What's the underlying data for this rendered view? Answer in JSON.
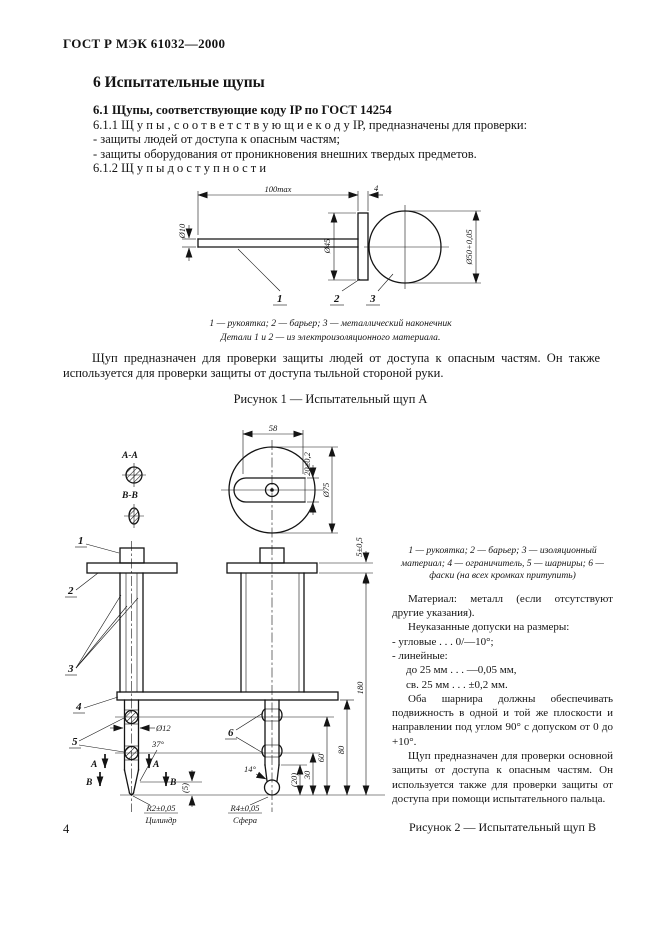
{
  "page": {
    "header": "ГОСТ Р МЭК 61032—2000",
    "number": "4"
  },
  "section": {
    "title": "6 Испытательные щупы",
    "subtitle": "6.1 Щупы, соответствующие коду IP по ГОСТ 14254",
    "clause_611": "6.1.1 Щ у п ы ,   с о о т в е т с т в у ю щ и е   к о д у   IP, предназначены для проверки:",
    "item_1": "- защиты людей от доступа к опасным частям;",
    "item_2": "- защиты оборудования от проникновения внешних твердых предметов.",
    "clause_612": "6.1.2 Щ у п ы   д о с т у п н о с т и"
  },
  "figure1": {
    "dim_length": "100max",
    "dim_gap": "4",
    "dim_handle": "Ø10",
    "dim_barrier": "Ø45",
    "dim_sphere": "Ø50+0,05",
    "ref_1": "1",
    "ref_2": "2",
    "ref_3": "3",
    "legend": "1 — рукоятка; 2 — барьер; 3 — металлический наконечник",
    "legend_note": "Детали 1 и 2 — из электроизоляционного материала.",
    "paragraph": "Щуп предназначен для проверки защиты людей от доступа к опасным частям. Он также используется для проверки защиты от доступа тыльной стороной руки.",
    "title": "Рисунок 1 — Испытательный щуп А"
  },
  "figure2": {
    "section_aa": "А-А",
    "section_bb": "В-В",
    "dim_58": "58",
    "dim_20_02": "20±0,2",
    "dim_d75": "Ø75",
    "dim_5_05": "5±0,5",
    "dim_180": "180",
    "dim_80": "80",
    "dim_60": "60",
    "dim_30": "30",
    "dim_20p": "(20)",
    "dim_5p": "(5)",
    "dim_d12": "Ø12",
    "ang_37": "37°",
    "ang_14": "14°",
    "tip_r2": "R2±0,05",
    "tip_r2_note": "Цилиндр",
    "tip_r4": "R4±0,05",
    "tip_r4_note": "Сфера",
    "mark_a": "А",
    "mark_b": "В",
    "ref_1": "1",
    "ref_2": "2",
    "ref_3": "3",
    "ref_4": "4",
    "ref_5": "5",
    "ref_6": "6",
    "legend": "1 — рукоятка; 2 — барьер; 3 — изоляционный материал; 4 — ограничитель, 5 — шарниры; 6 — фаски (на всех кромках притупить)",
    "notes": {
      "material": "Материал: металл (если отсутствуют другие указания).",
      "tol_head": "Неуказанные допуски на размеры:",
      "tol_ang": "- угловые . . . 0/—10°;",
      "tol_lin": "- линейные:",
      "tol_lin_1": "до 25 мм . . . —0,05 мм,",
      "tol_lin_2": "св. 25 мм . . . ±0,2 мм.",
      "hinges": "Оба шарнира должны обеспечивать подвижность в одной и той же плоскости и направлении под углом 90° с допуском от 0 до +10°.",
      "purpose": "Щуп предназначен для проверки основной защиты от доступа к опасным частям. Он используется также для проверки защиты от доступа при помощи испытательного пальца."
    },
    "title": "Рисунок 2 — Испытательный щуп В"
  }
}
